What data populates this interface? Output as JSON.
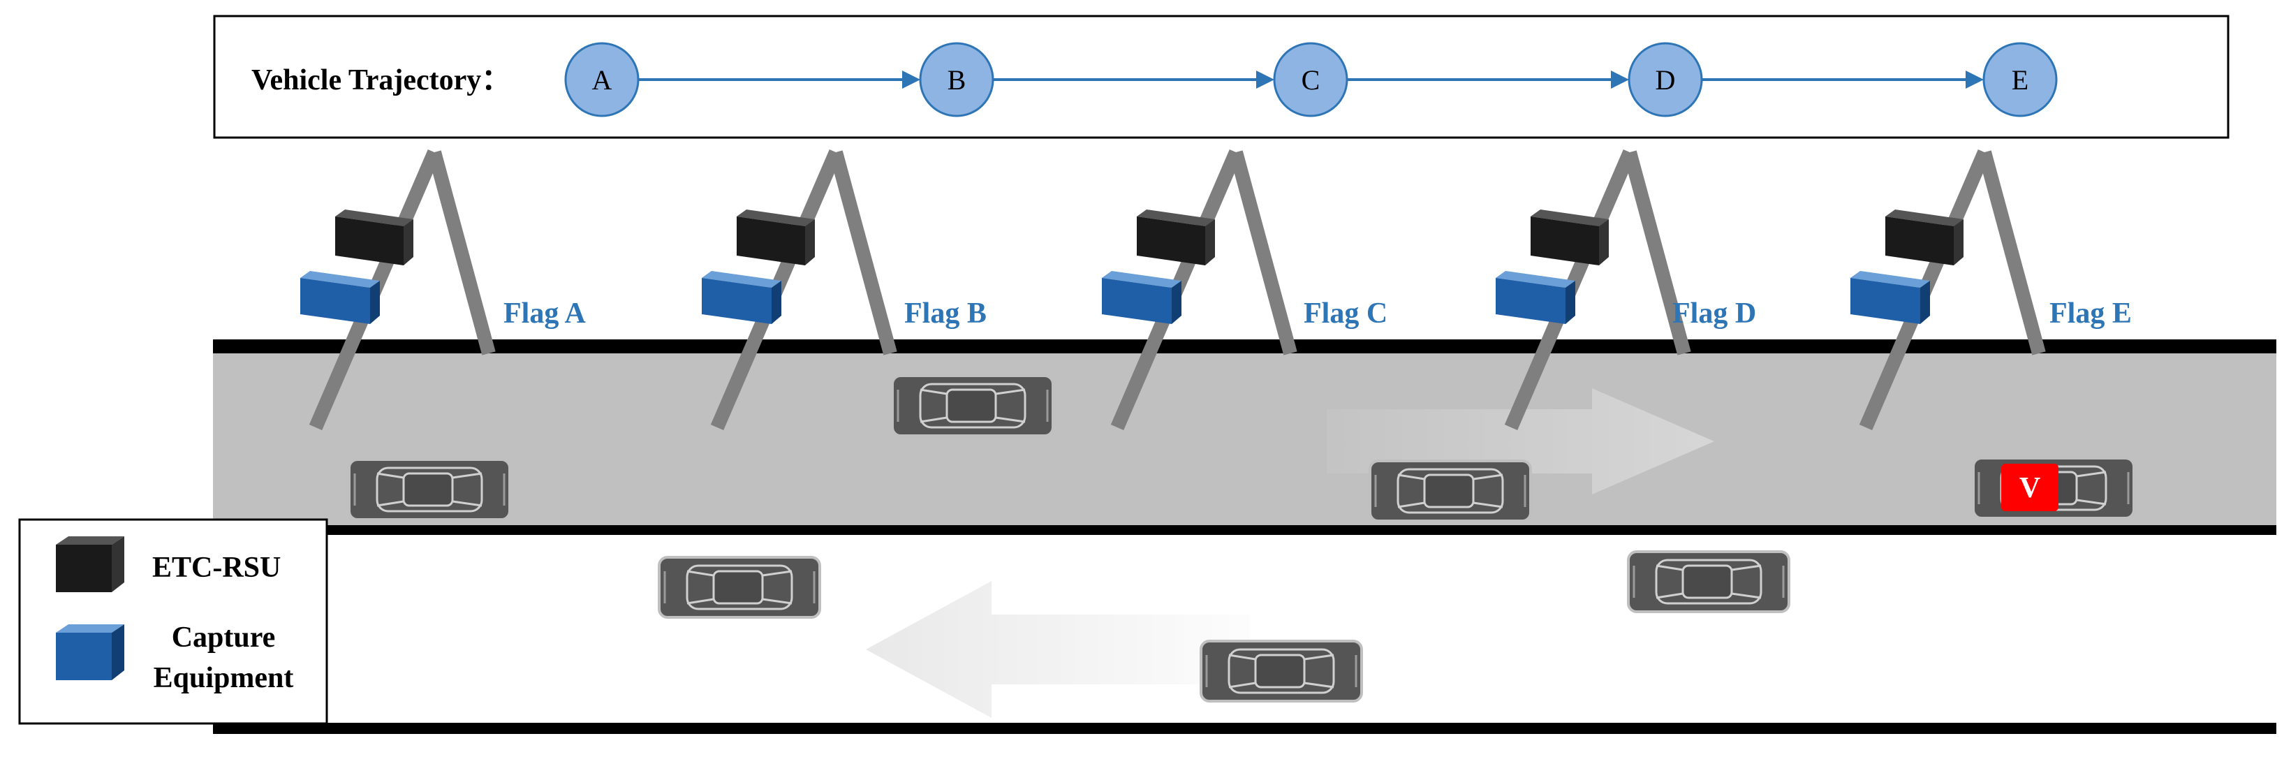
{
  "trajectory": {
    "label": "Vehicle Trajectory：",
    "nodes": [
      "A",
      "B",
      "C",
      "D",
      "E"
    ]
  },
  "gantries": [
    {
      "flag": "Flag A"
    },
    {
      "flag": "Flag B"
    },
    {
      "flag": "Flag C"
    },
    {
      "flag": "Flag D"
    },
    {
      "flag": "Flag E"
    }
  ],
  "target_vehicle": {
    "label": "V"
  },
  "legend": {
    "rsu_label": "ETC-RSU",
    "capture_label_line1": "Capture",
    "capture_label_line2": "Equipment"
  },
  "colors": {
    "node_fill": "#8eb4e3",
    "node_stroke": "#2e75b6",
    "flag_text": "#2e75b6",
    "road": "#c0c0c0",
    "pole": "#7f7f7f",
    "rsu": "#1a1a1a",
    "capture": "#1f5fa8",
    "target": "#ff0000"
  }
}
